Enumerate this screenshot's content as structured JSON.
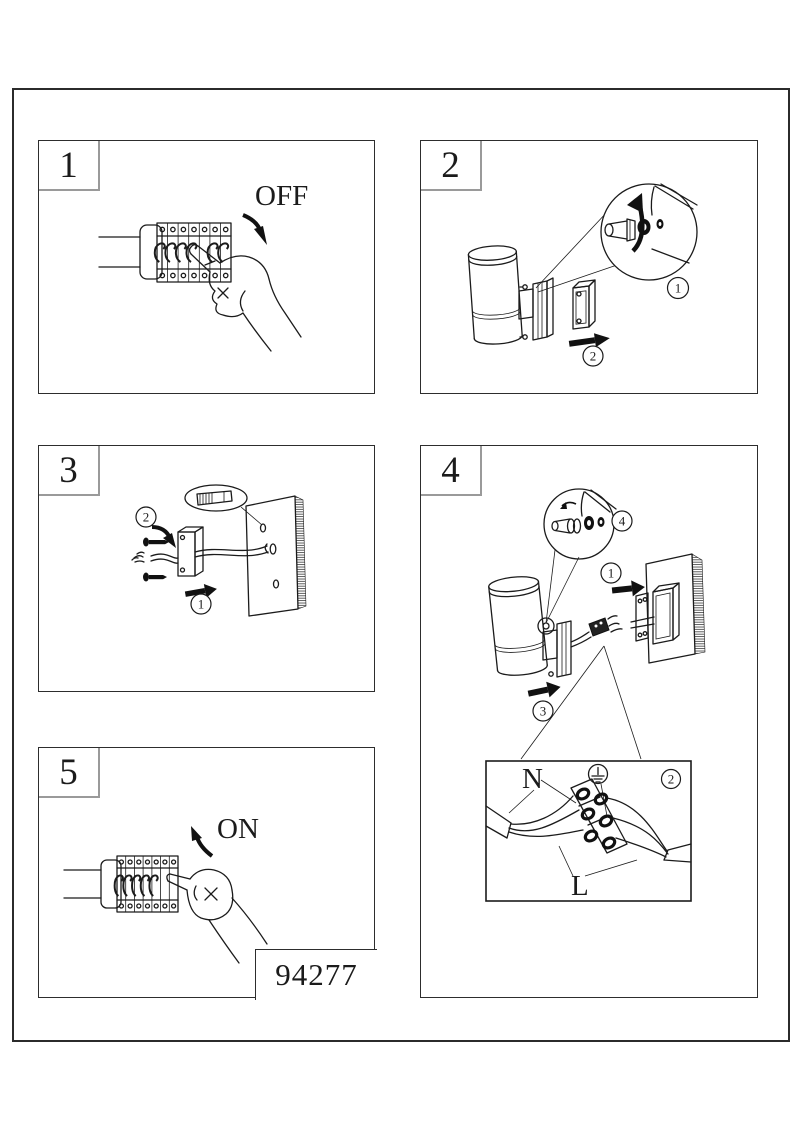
{
  "document": {
    "kind": "installation-instruction-sheet",
    "model_number": "94277",
    "theme": {
      "ink_color": "#1b1b1b",
      "frame_color": "#2b2b2b",
      "tab_shadow_color": "#9a9a9a",
      "paper_color": "#ffffff"
    }
  },
  "steps": {
    "step1": {
      "number": "1",
      "action_label": "OFF"
    },
    "step2": {
      "number": "2",
      "callout_loosen_screw": "1",
      "callout_remove_bracket": "2"
    },
    "step3": {
      "number": "3",
      "callout_tighten_screws": "2",
      "callout_insert_anchor": "1"
    },
    "step4": {
      "number": "4",
      "callout_adjust_screw": "4",
      "callout_mount_bracket": "1",
      "callout_attach_lamp": "3",
      "callout_wiring_detail": "2",
      "wiring": {
        "neutral_label": "N",
        "live_label": "L",
        "earth_icon": "earth-ground-icon"
      }
    },
    "step5": {
      "number": "5",
      "action_label": "ON"
    }
  }
}
